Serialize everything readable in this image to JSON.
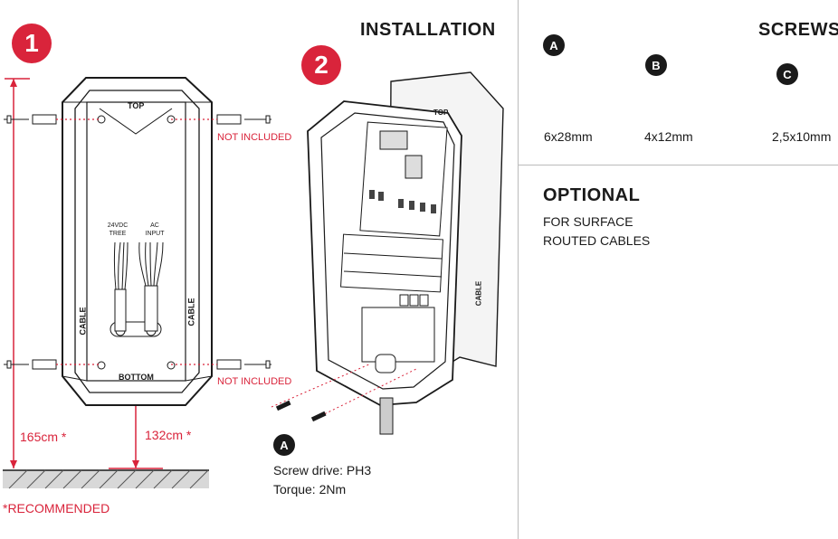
{
  "steps": {
    "one": "1",
    "two": "2"
  },
  "installation": {
    "title": "INSTALLATION"
  },
  "screws": {
    "title": "SCREWS",
    "items": [
      {
        "badge": "A",
        "size": "6x28mm"
      },
      {
        "badge": "B",
        "size": "4x12mm"
      },
      {
        "badge": "C",
        "size": "2,5x10mm"
      }
    ]
  },
  "optional": {
    "title": "OPTIONAL",
    "line1": "FOR SURFACE",
    "line2": "ROUTED CABLES"
  },
  "mounting": {
    "top_label": "TOP",
    "bottom_label": "BOTTOM",
    "cable_label": "CABLE",
    "not_included_1": "NOT INCLUDED",
    "not_included_2": "NOT INCLUDED",
    "dim_total": "165cm *",
    "dim_hole": "132cm *",
    "recommended": "*RECOMMENDED",
    "wire_left_1": "24VDC",
    "wire_left_2": "TREE",
    "wire_right_1": "AC",
    "wire_right_2": "INPUT"
  },
  "install_note": {
    "badge": "A",
    "drive": "Screw drive: PH3",
    "torque": "Torque: 2Nm",
    "top": "TOP",
    "cable": "CABLE"
  },
  "colors": {
    "accent": "#d9243b",
    "ink": "#1a1a1a"
  }
}
